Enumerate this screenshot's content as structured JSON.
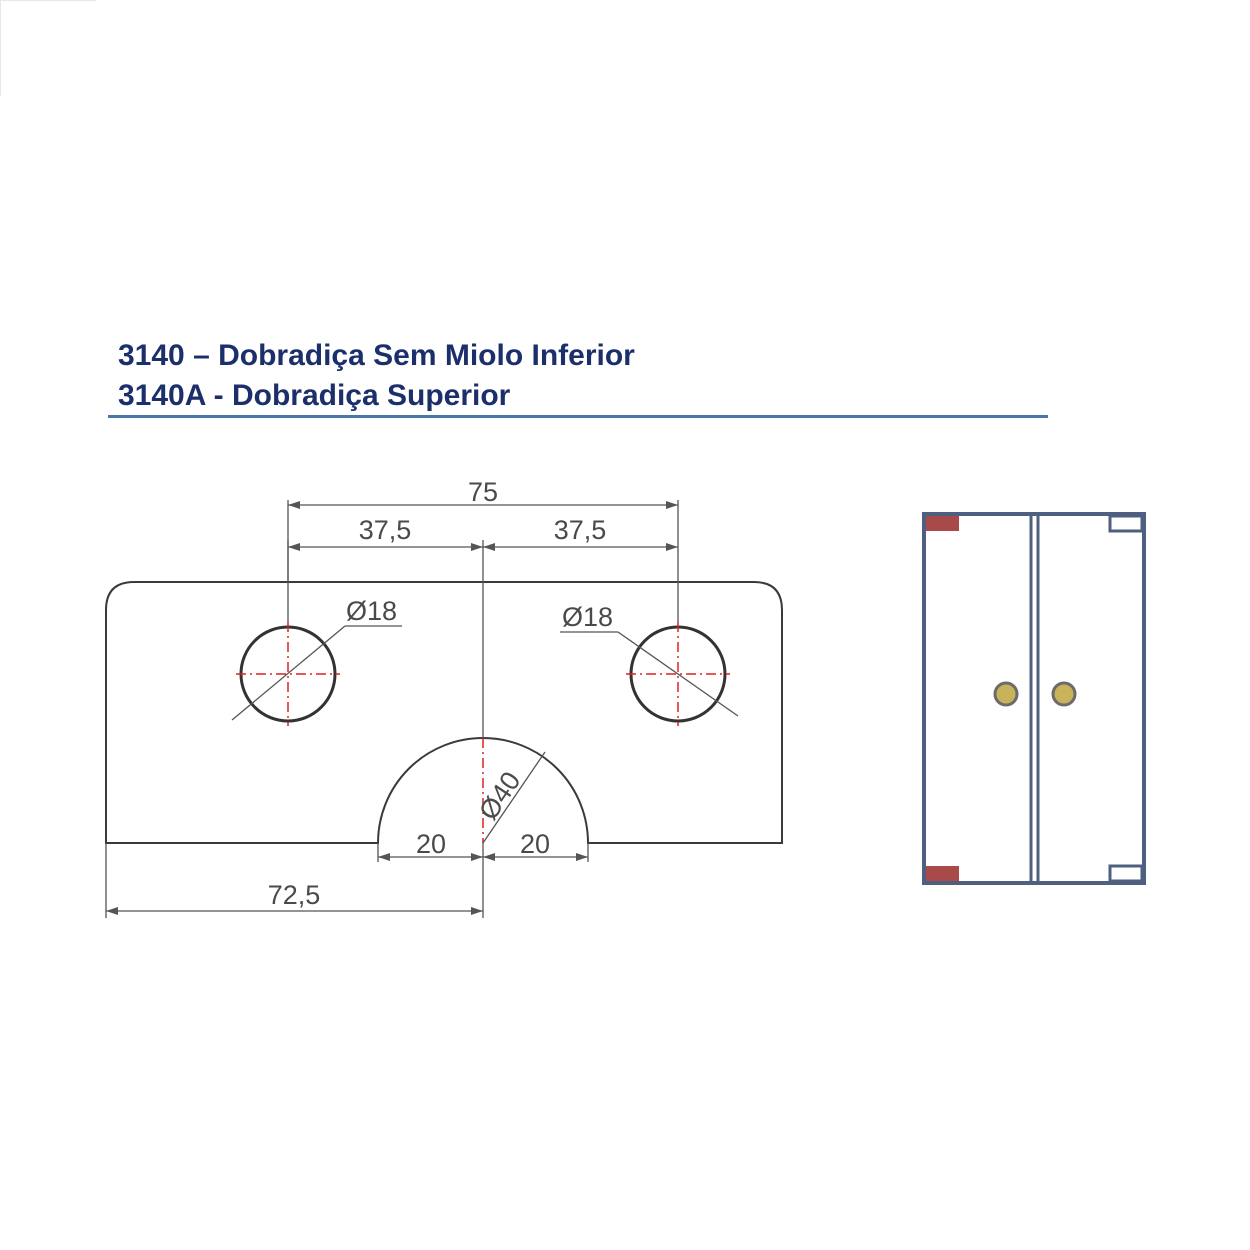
{
  "header": {
    "title_line1": "3140 – Dobradiça Sem Miolo Inferior",
    "title_line2": "3140A - Dobradiça Superior"
  },
  "dimensions": {
    "overall_hole_spacing": "75",
    "left_half_spacing": "37,5",
    "right_half_spacing": "37,5",
    "left_hole_diameter": "Ø18",
    "right_hole_diameter": "Ø18",
    "cutout_diameter": "Ø40",
    "cutout_left_half": "20",
    "cutout_right_half": "20",
    "edge_to_center": "72,5"
  },
  "colors": {
    "title": "#1b2f6b",
    "title_rule": "#4a76a8",
    "outline": "#3a3a3a",
    "dimension_line": "#555555",
    "centerline": "#e02020",
    "door_frame": "#4e5f80",
    "hinge_marker": "#a84a4a",
    "knob": "#c8b25a"
  },
  "icons": {
    "door_diagram": "double-door-icon",
    "knob": "knob-icon"
  }
}
